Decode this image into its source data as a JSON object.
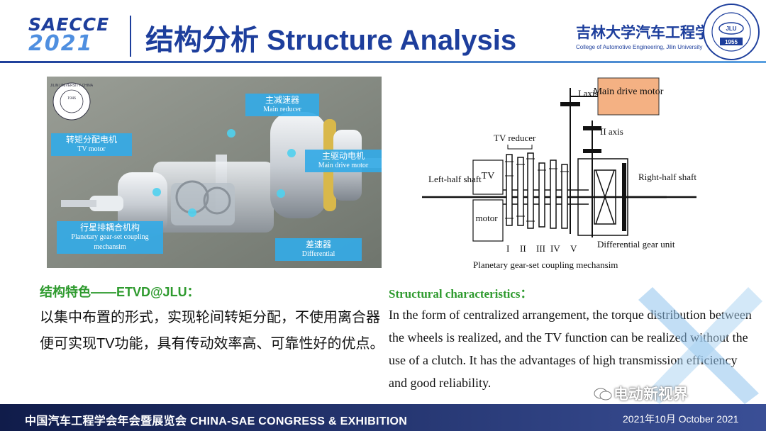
{
  "header": {
    "logo_line1": "SAECCE",
    "logo_line2": "2021",
    "title": "结构分析  Structure Analysis",
    "university_cn": "吉林大学汽车工程学院",
    "university_en": "College of Automotive Engineering, Jilin University",
    "seal_year": "1955",
    "seal_center": "JLU"
  },
  "photo": {
    "callouts": [
      {
        "cn": "主减速器",
        "en": "Main reducer"
      },
      {
        "cn": "转矩分配电机",
        "en": "TV motor"
      },
      {
        "cn": "主驱动电机",
        "en": "Main drive motor"
      },
      {
        "cn": "行星排耦合机构",
        "en": "Planetary gear-set coupling mechansim"
      },
      {
        "cn": "差速器",
        "en": "Differential"
      }
    ],
    "stamp_text": "JILIN UNIVERSITY·CHINA",
    "stamp_year": "1946"
  },
  "diagram": {
    "i_axis": "I axis",
    "main_motor": "Main drive motor",
    "ii_axis": "II axis",
    "tv_reducer": "TV reducer",
    "left_half": "Left-half shaft",
    "right_half": "Right-half shaft",
    "tv": "TV",
    "motor": "motor",
    "roman": [
      "I",
      "II",
      "III",
      "IV",
      "V"
    ],
    "differential_unit": "Differential gear unit",
    "caption": "Planetary gear-set coupling mechansim"
  },
  "content": {
    "cn_heading": "结构特色——ETVD@JLU：",
    "cn_body": "以集中布置的形式，实现轮间转矩分配，不使用离合器便可实现TV功能，具有传动效率高、可靠性好的优点。",
    "en_heading": "Structural characteristics：",
    "en_body": "In the form of centralized arrangement, the torque distribution between the wheels is realized, and the TV function can be realized without the use of a clutch. It has the advantages of high transmission efficiency and good reliability."
  },
  "watermark": "电动新视界",
  "footer": {
    "text": "中国汽车工程学会年会暨展览会 CHINA-SAE CONGRESS & EXHIBITION",
    "date": "2021年10月  October 2021"
  },
  "colors": {
    "brand_blue": "#1d3e9c",
    "accent_green": "#2e9a2e",
    "callout_cyan": "#34aae6",
    "motor_box": "#f4b183"
  }
}
